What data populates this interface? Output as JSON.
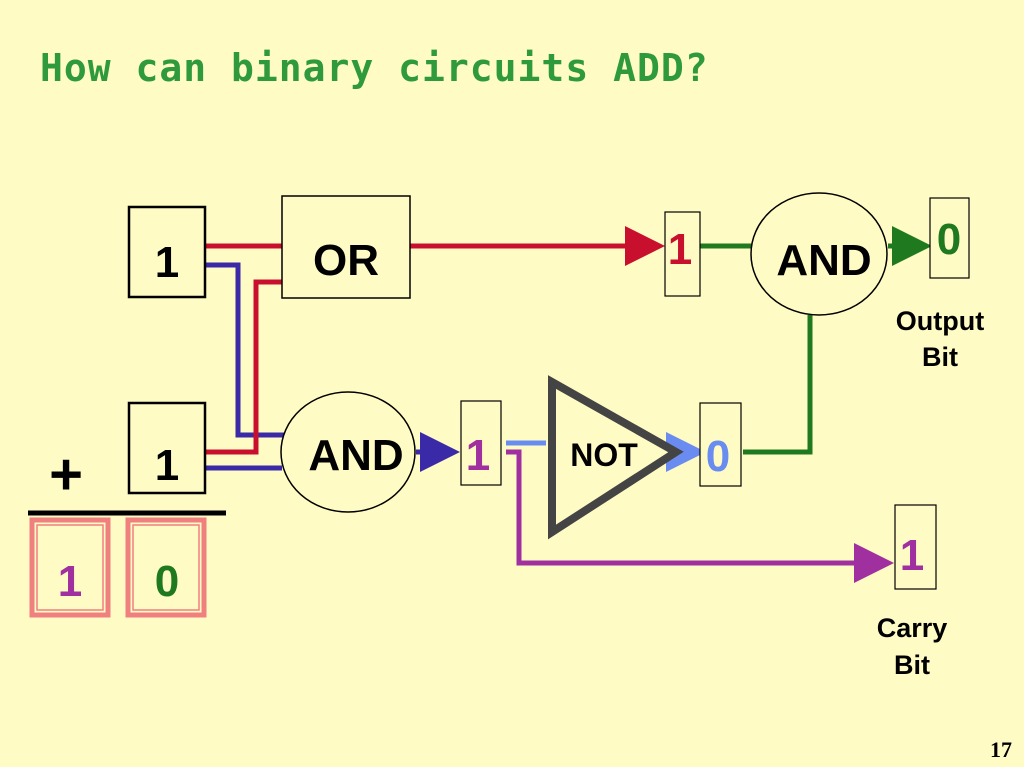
{
  "title": "How can binary circuits ADD?",
  "inputs": {
    "top": "1",
    "bottom": "1"
  },
  "operator": "+",
  "gates": {
    "or": "OR",
    "and_lower": "AND",
    "not": "NOT",
    "and_upper": "AND"
  },
  "intermediate": {
    "or_out": "1",
    "and_out": "1",
    "not_out": "0"
  },
  "outputs": {
    "output_bit": "0",
    "output_label_line1": "Output",
    "output_label_line2": "Bit",
    "carry_bit": "1",
    "carry_label_line1": "Carry",
    "carry_label_line2": "Bit"
  },
  "result": {
    "tens": "1",
    "ones": "0"
  },
  "page_number": "17",
  "colors": {
    "background": "#FFFBC4",
    "title": "#2E9A3C",
    "red": "#C8102E",
    "blue": "#3A2AA8",
    "green": "#1F7A1F",
    "purple": "#A02FA0",
    "light_blue": "#6A8CF0",
    "not_gate": "#444444",
    "pink_border": "#F08080"
  }
}
